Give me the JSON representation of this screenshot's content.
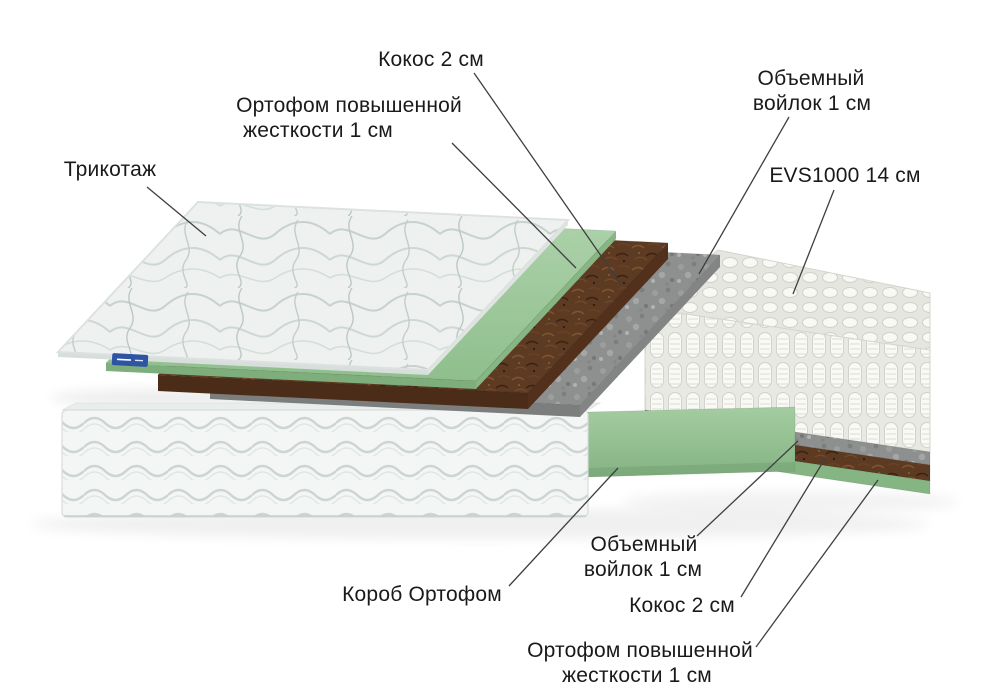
{
  "diagram": {
    "type": "mattress-layer-cutaway",
    "labels": {
      "trikotazh": "Трикотаж",
      "ortho_top_1": "Ортофом повышенной",
      "ortho_top_2": "жесткости 1 см",
      "kokos_top": "Кокос 2 см",
      "voilok_top_1": "Объемный",
      "voilok_top_2": "войлок 1 см",
      "evs": "EVS1000 14 см",
      "voilok_bottom_1": "Объемный",
      "voilok_bottom_2": "войлок 1 см",
      "korob": "Короб Ортофом",
      "kokos_bottom": "Кокос 2 см",
      "ortho_bottom_1": "Ортофом повышенной",
      "ortho_bottom_2": "жесткости 1 см"
    },
    "layers": [
      {
        "name": "Трикотаж",
        "material": "knit-fabric",
        "color": "#eef1ef"
      },
      {
        "name": "Ортофом повышенной жесткости 1 см",
        "material": "orthofoam",
        "color": "#97c695"
      },
      {
        "name": "Кокос 2 см",
        "material": "coconut-coir",
        "color": "#5d3a22"
      },
      {
        "name": "Объемный войлок 1 см",
        "material": "felt",
        "color": "#8d908e"
      },
      {
        "name": "EVS1000 14 см",
        "material": "pocket-springs",
        "color": "#f6f6f2"
      },
      {
        "name": "Объемный войлок 1 см",
        "material": "felt",
        "color": "#8d908e"
      },
      {
        "name": "Кокос 2 см",
        "material": "coconut-coir",
        "color": "#5d3a22"
      },
      {
        "name": "Ортофом повышенной жесткости 1 см",
        "material": "orthofoam",
        "color": "#86b584"
      },
      {
        "name": "Короб Ортофом",
        "material": "orthofoam-box",
        "color": "#92c390"
      }
    ],
    "palette": {
      "fabric": "#eef1ef",
      "green": "#97c695",
      "coconut": "#5d3a22",
      "felt": "#8d908e",
      "springs": "#f6f6f2",
      "leader_line": "#3f3f3f",
      "text": "#1a1a1a",
      "brand_tag": "#2e54a3"
    }
  }
}
